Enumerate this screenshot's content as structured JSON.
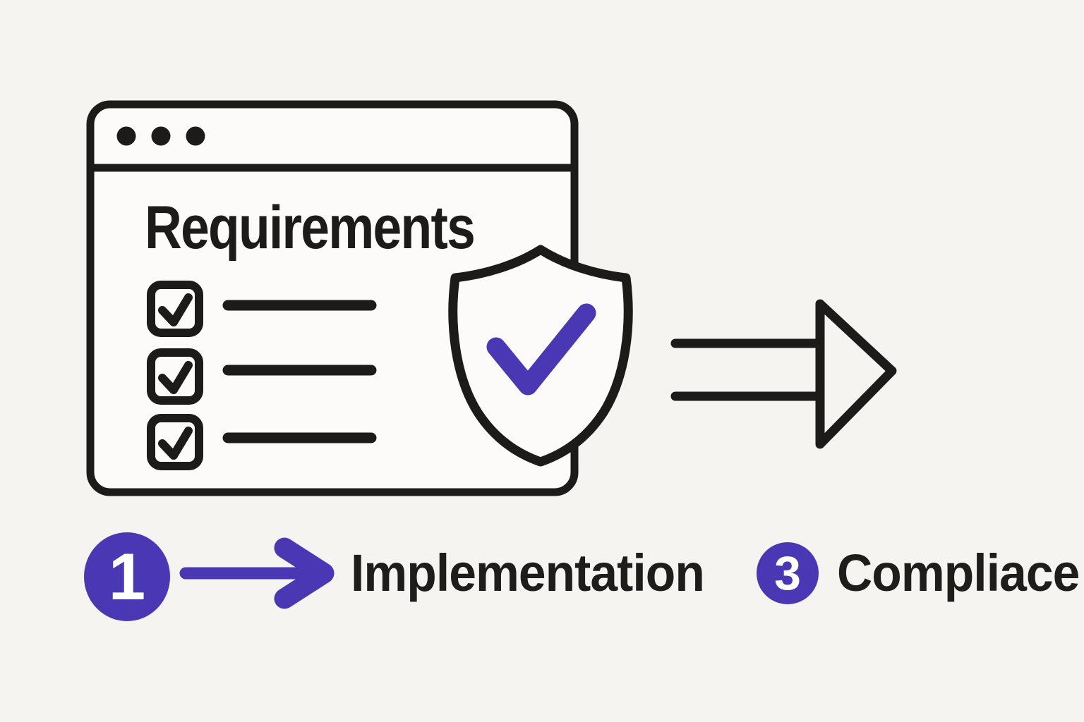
{
  "colors": {
    "background": "#f5f4f1",
    "ink": "#1c1b19",
    "accent_purple": "#4A37B4",
    "surface": "#fcfbf9",
    "number_text": "#ffffff"
  },
  "browser_window": {
    "title": "Requirements",
    "titlebar_icon": "three-dots",
    "checklist": {
      "item_count": 3,
      "items": [
        {
          "checked": true,
          "label": ""
        },
        {
          "checked": true,
          "label": ""
        },
        {
          "checked": true,
          "label": ""
        }
      ]
    },
    "badge_icon": "shield-check"
  },
  "flow": {
    "direction_icon": "arrow-right"
  },
  "steps": {
    "step1": {
      "number": "1",
      "connector_icon": "arrow-right",
      "label": "Implementation"
    },
    "step3": {
      "number": "3",
      "label": "Compliace"
    }
  }
}
